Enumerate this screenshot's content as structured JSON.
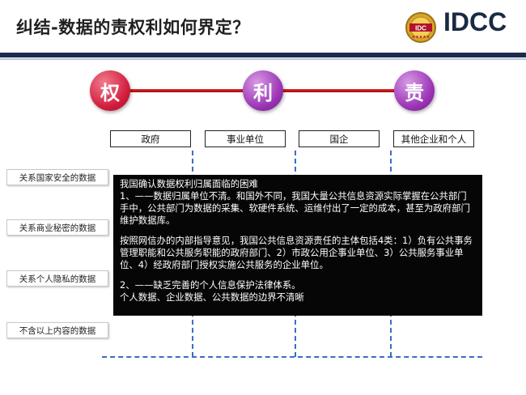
{
  "header": {
    "title": "纠结-数据的责权利如何界定？",
    "logo_text": "IDCC"
  },
  "axis": {
    "nodes": [
      "权",
      "利",
      "责"
    ]
  },
  "entities": [
    "政府",
    "事业单位",
    "国企",
    "其他企业和个人"
  ],
  "categories": [
    "关系国家安全的数据",
    "关系商业秘密的数据",
    "关系个人隐私的数据",
    "不含以上内容的数据"
  ],
  "content": {
    "heading": "我国确认数据权利归属面临的困难",
    "p1": "1、——数据归属单位不清。和国外不同，我国大量公共信息资源实际掌握在公共部门手中，公共部门为数据的采集、软硬件系统、运维付出了一定的成本，甚至为政府部门维护数据库。",
    "p2": "按照网信办的内部指导意见，我国公共信息资源责任的主体包括4类：1）负有公共事务管理职能和公共服务职能的政府部门、2）市政公用企事业单位、3）公共服务事业单位、4）经政府部门授权实施公共服务的企业单位。",
    "p3": "2、——缺乏完善的个人信息保护法律体系。",
    "p4": "个人数据、企业数据、公共数据的边界不清晰"
  },
  "colors": {
    "header_bar": "#1b2a4e",
    "axis_red": "#c8102e",
    "node_red": "#d11b3b",
    "node_purple": "#9932b4",
    "dashed_blue": "#3b6cc4",
    "text_box_bg": "#060606"
  },
  "icons": [
    "idc-logo-icon"
  ]
}
